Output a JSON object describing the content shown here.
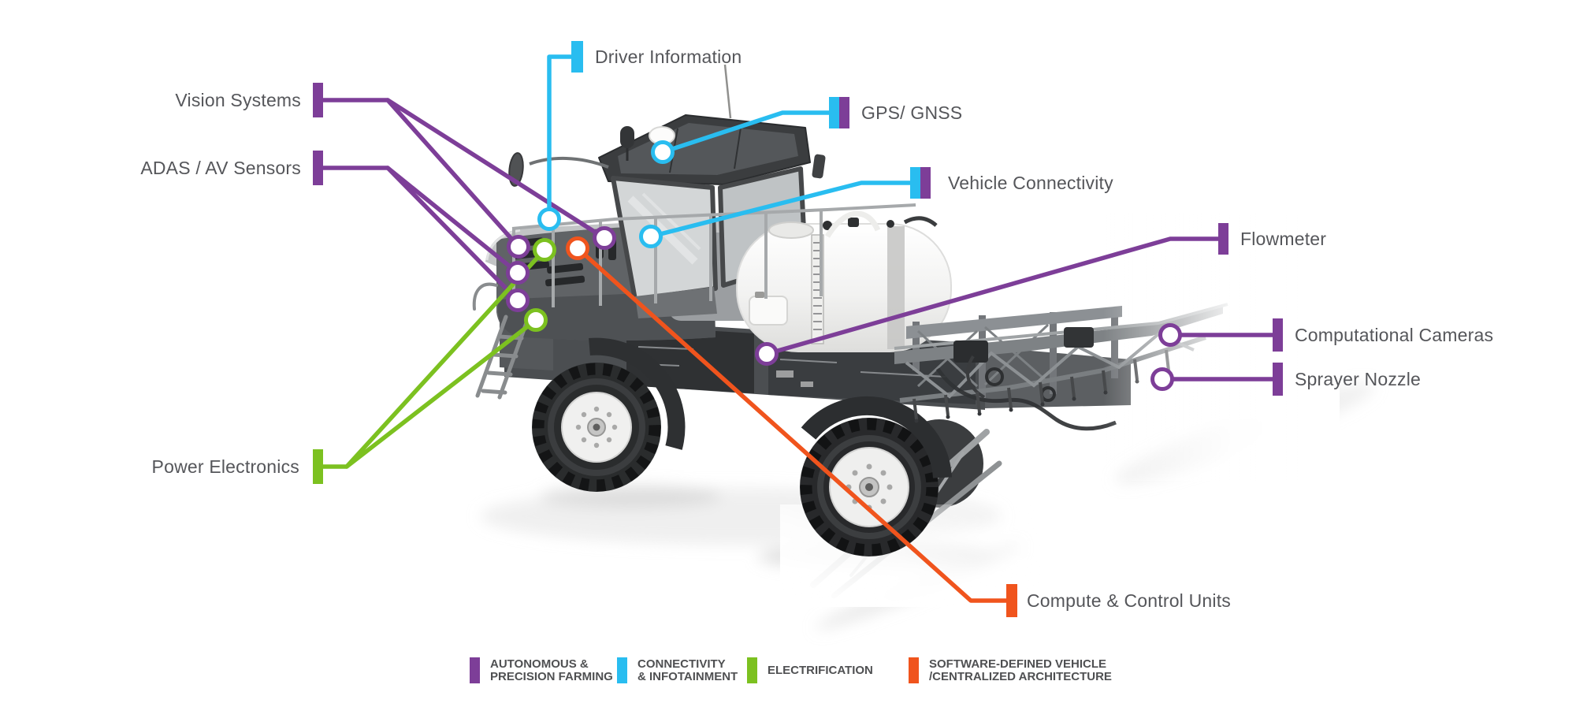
{
  "colors": {
    "autonomous_purple": "#7d3e98",
    "connectivity_cyan": "#29bdf0",
    "electrification_green": "#7cc120",
    "sdv_orange": "#f0541d",
    "label_text": "#55565a",
    "background": "#ffffff"
  },
  "illustration": {
    "subject": "agricultural sprayer vehicle, grayscale photo style, spray boom extending right"
  },
  "callouts": {
    "driver_information": {
      "label": "Driver Information",
      "categories": [
        "connectivity"
      ]
    },
    "vision_systems": {
      "label": "Vision Systems",
      "categories": [
        "autonomous"
      ]
    },
    "gps_gnss": {
      "label": "GPS/ GNSS",
      "categories": [
        "connectivity",
        "autonomous"
      ]
    },
    "adas_av_sensors": {
      "label": "ADAS / AV Sensors",
      "categories": [
        "autonomous"
      ]
    },
    "vehicle_connectivity": {
      "label": "Vehicle Connectivity",
      "categories": [
        "connectivity",
        "autonomous"
      ]
    },
    "flowmeter": {
      "label": "Flowmeter",
      "categories": [
        "autonomous"
      ]
    },
    "computational_cameras": {
      "label": "Computational Cameras",
      "categories": [
        "autonomous"
      ]
    },
    "sprayer_nozzle": {
      "label": "Sprayer Nozzle",
      "categories": [
        "autonomous"
      ]
    },
    "power_electronics": {
      "label": "Power Electronics",
      "categories": [
        "electrification"
      ]
    },
    "compute_control_units": {
      "label": "Compute & Control Units",
      "categories": [
        "sdv"
      ]
    }
  },
  "legend": {
    "items": [
      {
        "id": "autonomous",
        "color": "#7d3e98",
        "lines": [
          "AUTONOMOUS &",
          "PRECISION FARMING"
        ]
      },
      {
        "id": "connectivity",
        "color": "#29bdf0",
        "lines": [
          "CONNECTIVITY",
          "& INFOTAINMENT"
        ]
      },
      {
        "id": "electrification",
        "color": "#7cc120",
        "lines": [
          "ELECTRIFICATION"
        ]
      },
      {
        "id": "sdv",
        "color": "#f0541d",
        "lines": [
          "SOFTWARE-DEFINED VEHICLE",
          "/CENTRALIZED ARCHITECTURE"
        ]
      }
    ]
  }
}
